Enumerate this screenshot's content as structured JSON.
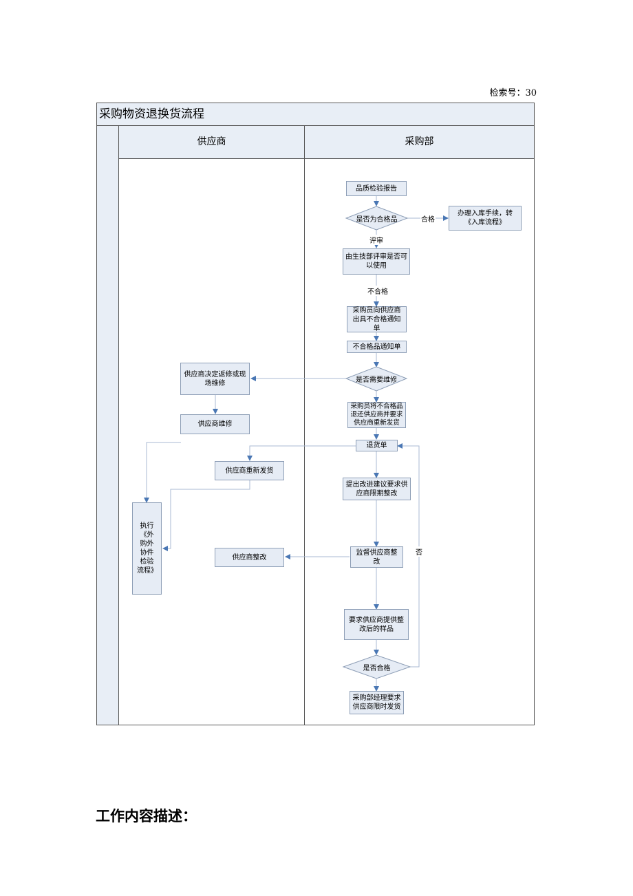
{
  "header": {
    "index_no": "检索号：30"
  },
  "diagram": {
    "title": "采购物资退换货流程",
    "lanes": {
      "supplier": "供应商",
      "purchasing": "采购部"
    },
    "nodes": {
      "quality_report": "品质检验报告",
      "is_qualified": "是否为合格品",
      "warehouse": "办理入库手续，转《入库流程》",
      "tech_review": "由生技部评审是否可以使用",
      "issue_notice": "采购员向供应商出具不合格通知单",
      "nonconform_notice": "不合格品通知单",
      "need_repair": "是否需要维修",
      "supplier_decide": "供应商决定返修或现场维修",
      "supplier_repair": "供应商维修",
      "return_goods": "采购员将不合格品退还供应商并要求供应商重新发货",
      "return_slip": "退货单",
      "supplier_reship": "供应商重新发货",
      "improve_request": "提出改进建议要求供应商限期整改",
      "execute_inspection": "执行《外购外协件检验流程》",
      "supervise": "监督供应商整改",
      "supplier_rectify": "供应商整改",
      "sample_request": "要求供应商提供整改后的样品",
      "is_pass": "是否合格",
      "manager_request": "采购部经理要求供应商限时发货"
    },
    "edge_labels": {
      "qualified": "合格",
      "review": "评审",
      "unqualified": "不合格",
      "no": "否"
    }
  },
  "footer": {
    "section_title": "工作内容描述："
  }
}
